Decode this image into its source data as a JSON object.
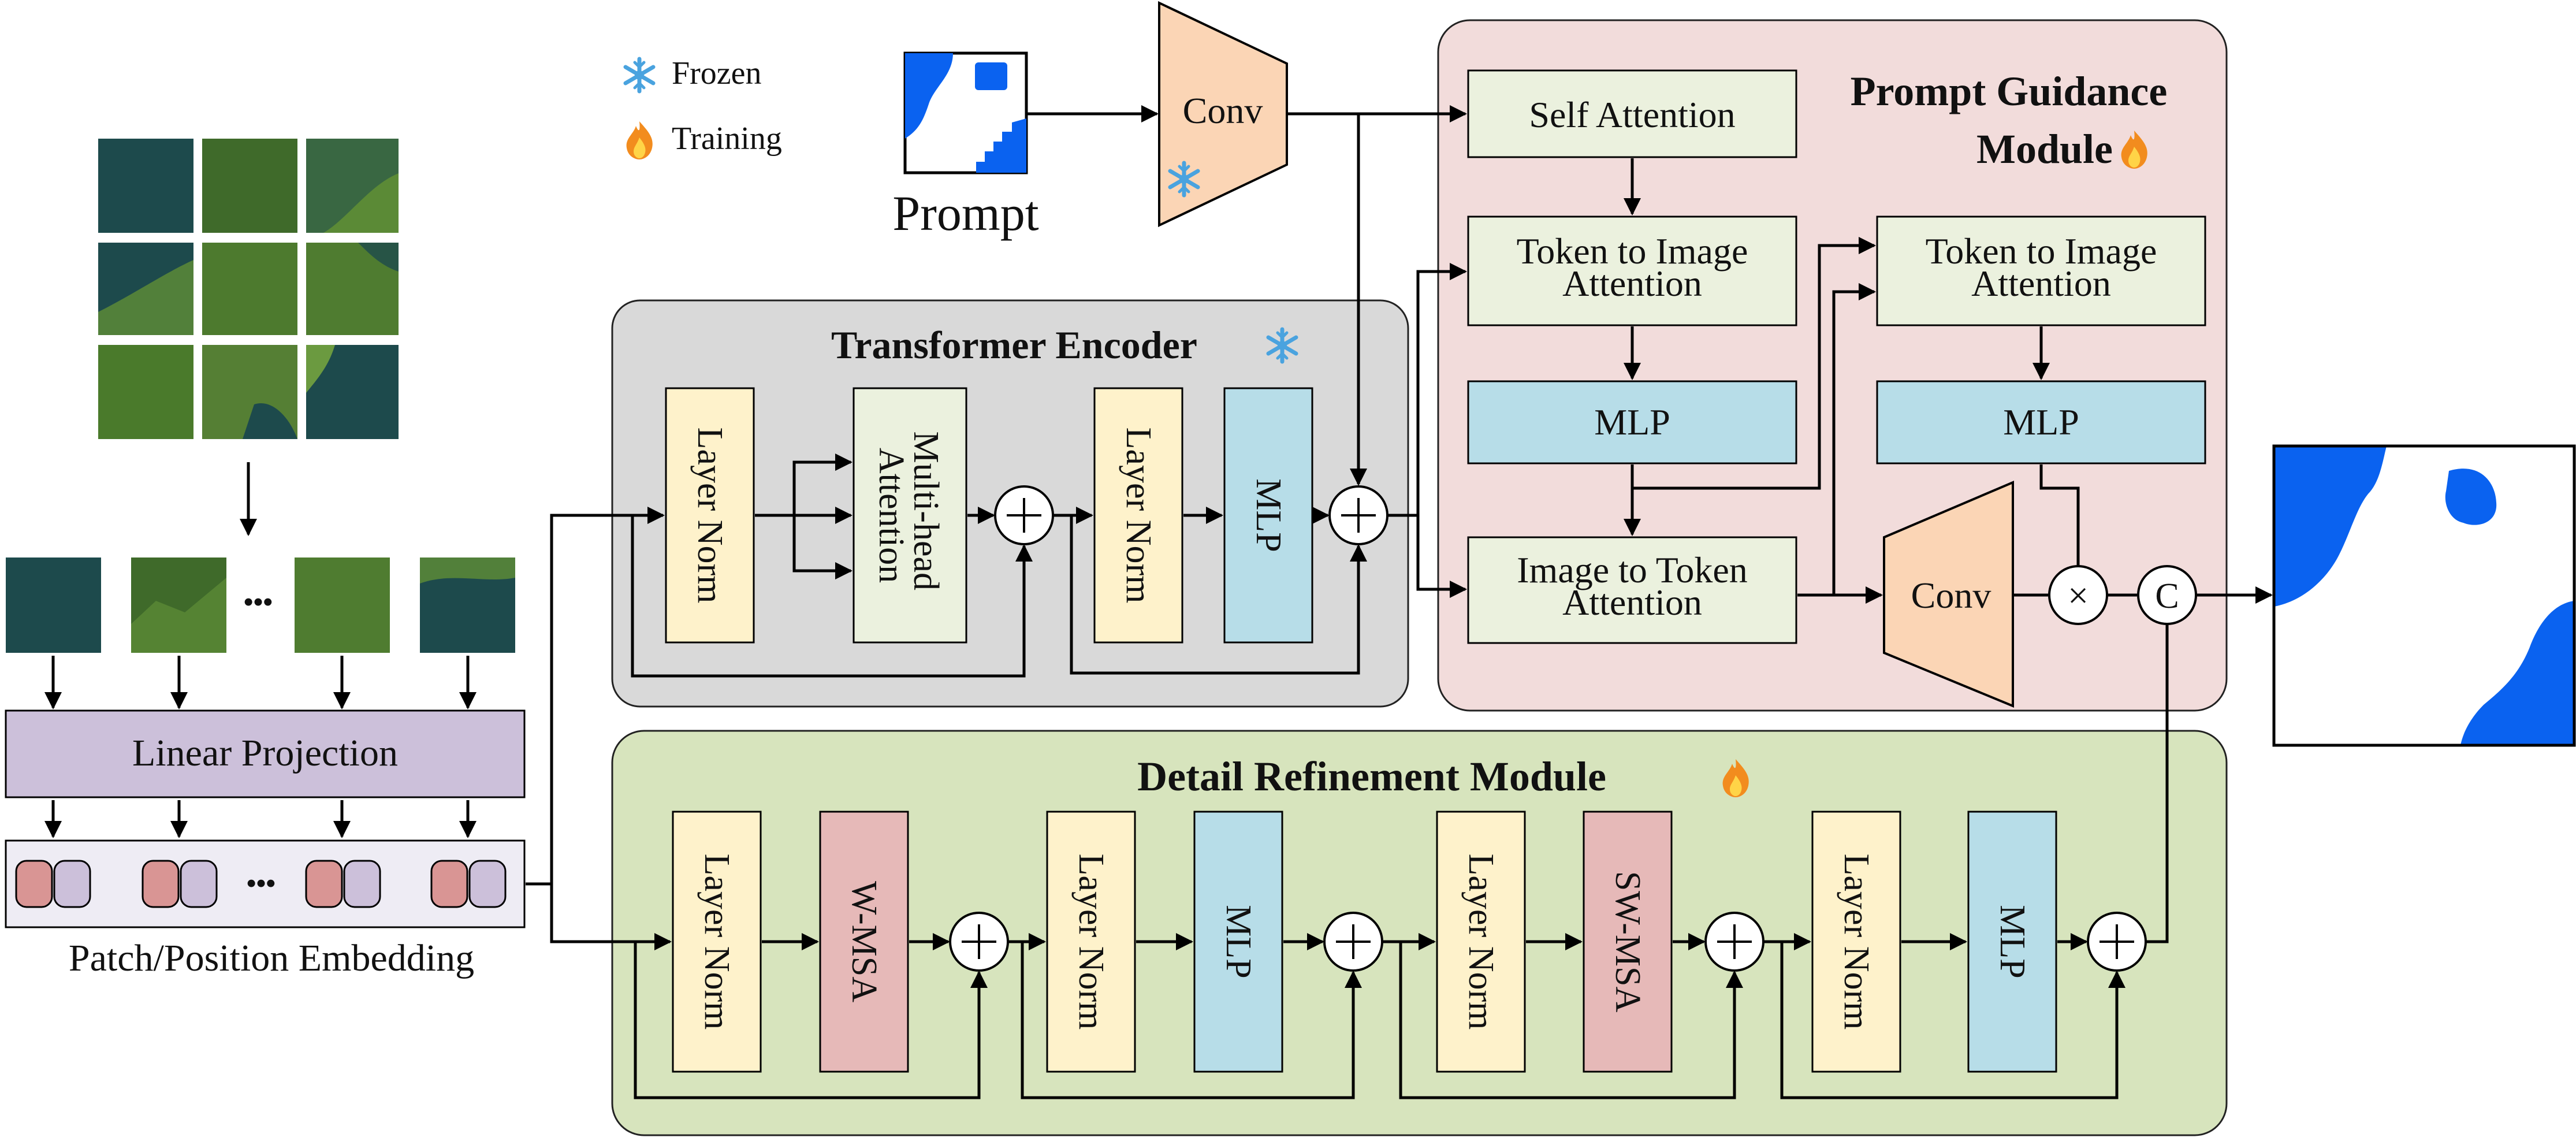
{
  "legend": {
    "frozen": "Frozen",
    "training": "Training"
  },
  "prompt": {
    "label": "Prompt"
  },
  "conv_top": {
    "label": "Conv"
  },
  "transformer_encoder": {
    "title": "Transformer Encoder",
    "layer_norm_1": "Layer Norm",
    "attention": [
      "Multi-head",
      "Attention"
    ],
    "layer_norm_2": "Layer Norm",
    "mlp": "MLP"
  },
  "prompt_guidance": {
    "title_line1": "Prompt  Guidance",
    "title_line2": "Module",
    "self_attention": "Self Attention",
    "token_to_image_1": [
      "Token to Image",
      "Attention"
    ],
    "mlp_1": "MLP",
    "image_to_token": [
      "Image to Token",
      "Attention"
    ],
    "token_to_image_2": [
      "Token to Image",
      "Attention"
    ],
    "mlp_2": "MLP",
    "conv": "Conv",
    "multiply": "×",
    "concat": "C"
  },
  "detail_refinement": {
    "title": "Detail Refinement Module",
    "layer_norm_1": "Layer Norm",
    "w_msa": "W-MSA",
    "layer_norm_2": "Layer Norm",
    "mlp_1": "MLP",
    "layer_norm_3": "Layer Norm",
    "sw_msa": "SW-MSA",
    "layer_norm_4": "Layer Norm",
    "mlp_2": "MLP"
  },
  "input": {
    "ellipsis": "•••",
    "linear_projection": "Linear Projection",
    "embedding_label": "Patch/Position Embedding"
  },
  "colors": {
    "encoder_bg": "#d9d9d9",
    "prompt_module_bg": "#f2dcdb",
    "refine_module_bg": "#d7e4bd",
    "layer_norm": "#fef2cb",
    "attention_box": "#ebf1de",
    "mlp": "#b7dde8",
    "msa": "#e6b9b8",
    "conv": "#fbd5b5",
    "linear_projection": "#ccc0da",
    "embedding_bg": "#eeecf4",
    "token_red": "#d99594",
    "token_purple": "#ccc0da",
    "mask_blue": "#0a62f0",
    "water": "#1d4a4c",
    "forest": "#4f7a2c"
  }
}
